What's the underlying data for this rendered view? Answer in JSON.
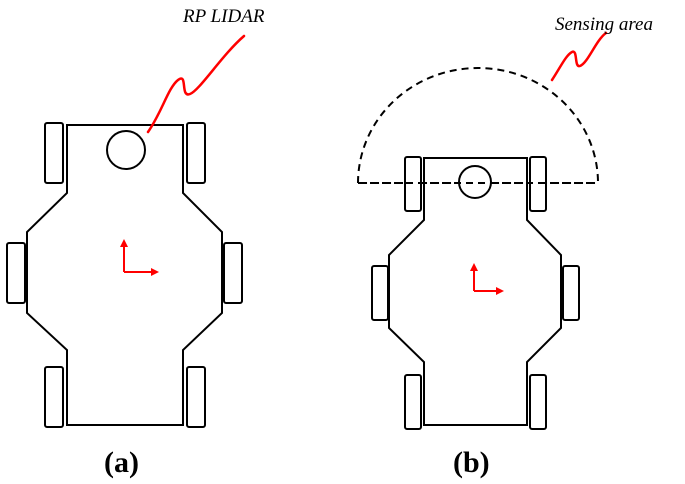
{
  "panel_a": {
    "caption": "(a)",
    "label": "RP LIDAR"
  },
  "panel_b": {
    "caption": "(b)",
    "label": "Sensing area"
  },
  "colors": {
    "outline": "#000000",
    "annotation": "#ff0000",
    "axes": "#ff0000"
  }
}
